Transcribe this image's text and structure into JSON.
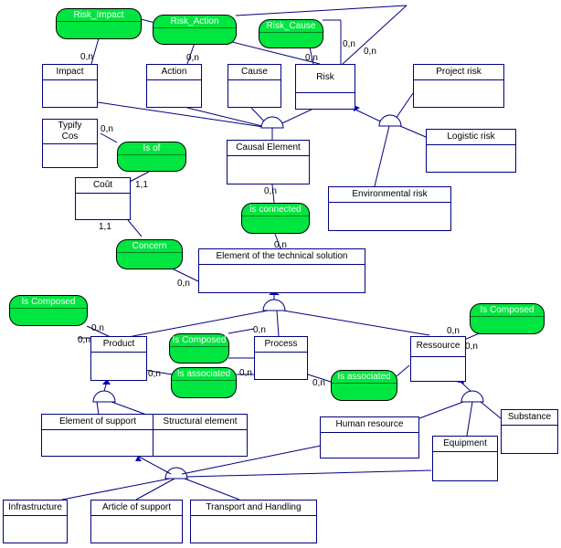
{
  "entities": {
    "impact": "Impact",
    "action": "Action",
    "cause": "Cause",
    "risk": "Risk",
    "project_risk": "Project risk",
    "typify_cos": "Typify Cos",
    "causal_element": "Causal Element",
    "logistic_risk": "Logistic risk",
    "cout": "Coût",
    "environmental_risk": "Environmental risk",
    "element_technical_solution": "Element of the technical solution",
    "product": "Product",
    "process": "Process",
    "ressource": "Ressource",
    "element_of_support": "Element of support",
    "structural_element": "Structural element",
    "human_resource": "Human resource",
    "substance": "Substance",
    "equipment": "Equipment",
    "infrastructure": "Infrastructure",
    "article_of_support": "Article of support",
    "transport_and_handling": "Transport and Handling"
  },
  "relations": {
    "risk_impact": "Risk_Impact",
    "risk_action": "Risk_Action",
    "risk_cause": "Risk_Cause",
    "is_of": "Is of",
    "is_connected": "is connected",
    "concern": "Concern",
    "is_composed_product": "Is Composed",
    "is_composed_process": "Is Composed",
    "is_composed_ressource": "Is Composed",
    "is_associated_product": "Is associated",
    "is_associated_process": "Is associated"
  },
  "cardinalities": {
    "impact_risk_impact": "0,n",
    "action_risk_action": "0,n",
    "cause_risk_cause": "0,n",
    "risk_top_1": "0,n",
    "risk_top_2": "0,n",
    "typify_is_of": "0,n",
    "cout_is_of": "1,1",
    "cout_concern": "1,1",
    "causal_is_connected": "0,n",
    "element_is_connected": "0,n",
    "element_concern": "0,n",
    "product_composed_1": "0,n",
    "product_composed_2": "0,n",
    "process_composed": "0,n",
    "product_associated": "0,n",
    "process_associated_left": "0,n",
    "process_associated_right": "0,n",
    "ressource_composed_1": "0,n",
    "ressource_composed_2": "0,n"
  }
}
